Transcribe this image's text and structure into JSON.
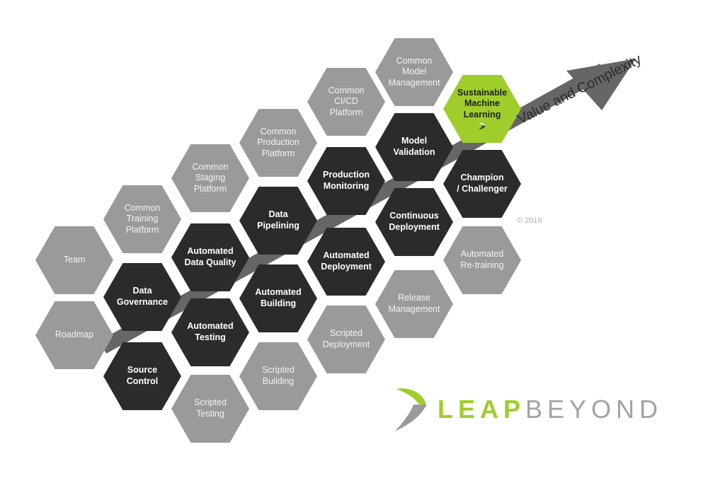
{
  "arrow_label": "Value and Complexity",
  "copyright": "© 2019",
  "brand": {
    "part1": "LEAP",
    "part2": "BEYOND"
  },
  "colors": {
    "gray": "#9a9a9a",
    "dark": "#2b2b2b",
    "green": "#9fcd2c"
  },
  "hexagons": [
    {
      "id": "team",
      "label": "Team",
      "style": "gray"
    },
    {
      "id": "roadmap",
      "label": "Roadmap",
      "style": "gray"
    },
    {
      "id": "common-training-platform",
      "label": "Common\nTraining\nPlatform",
      "style": "gray"
    },
    {
      "id": "data-governance",
      "label": "Data\nGovernance",
      "style": "dark"
    },
    {
      "id": "source-control",
      "label": "Source\nControl",
      "style": "dark"
    },
    {
      "id": "common-staging-platform",
      "label": "Common\nStaging\nPlatform",
      "style": "gray"
    },
    {
      "id": "automated-data-quality",
      "label": "Automated\nData Quality",
      "style": "dark"
    },
    {
      "id": "automated-testing",
      "label": "Automated\nTesting",
      "style": "dark"
    },
    {
      "id": "scripted-testing",
      "label": "Scripted\nTesting",
      "style": "gray"
    },
    {
      "id": "common-production-platform",
      "label": "Common\nProduction\nPlatform",
      "style": "gray"
    },
    {
      "id": "data-pipelining",
      "label": "Data\nPipelining",
      "style": "dark"
    },
    {
      "id": "automated-building",
      "label": "Automated\nBuilding",
      "style": "dark"
    },
    {
      "id": "scripted-building",
      "label": "Scripted\nBuilding",
      "style": "gray"
    },
    {
      "id": "common-cicd-platform",
      "label": "Common\nCI/CD\nPlatform",
      "style": "gray"
    },
    {
      "id": "production-monitoring",
      "label": "Production\nMonitoring",
      "style": "dark"
    },
    {
      "id": "automated-deployment",
      "label": "Automated\nDeployment",
      "style": "dark"
    },
    {
      "id": "scripted-deployment",
      "label": "Scripted\nDeployment",
      "style": "gray"
    },
    {
      "id": "common-model-management",
      "label": "Common\nModel\nManagement",
      "style": "gray"
    },
    {
      "id": "model-validation",
      "label": "Model\nValidation",
      "style": "dark"
    },
    {
      "id": "continuous-deployment",
      "label": "Continuous\nDeployment",
      "style": "dark"
    },
    {
      "id": "release-management",
      "label": "Release\nManagement",
      "style": "gray"
    },
    {
      "id": "sustainable-machine-learning",
      "label": "Sustainable\nMachine\nLearning",
      "style": "green"
    },
    {
      "id": "champion-challenger",
      "label": "Champion\n/ Challenger",
      "style": "dark"
    },
    {
      "id": "automated-re-training",
      "label": "Automated\nRe-training",
      "style": "gray"
    }
  ]
}
